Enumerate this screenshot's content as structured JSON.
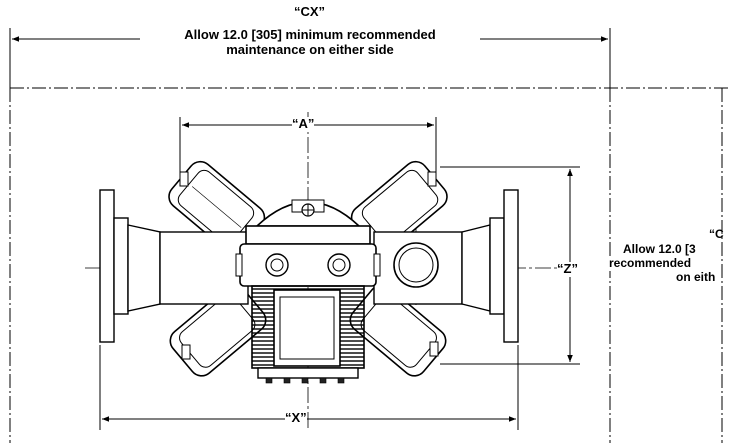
{
  "drawing": {
    "cx_top": {
      "tag": "“CX”",
      "line1": "Allow 12.0 [305] minimum recommended",
      "line2": "maintenance on either side"
    },
    "cx_right": {
      "tag": "“C",
      "line1": "Allow 12.0 [3",
      "line2": "recommended",
      "line3": "on eith"
    },
    "dim_a": "“A”",
    "dim_x": "“X”",
    "dim_z": "“Z”"
  },
  "colors": {
    "line": "#000000",
    "fill": "#ffffff",
    "dark": "#222222"
  }
}
